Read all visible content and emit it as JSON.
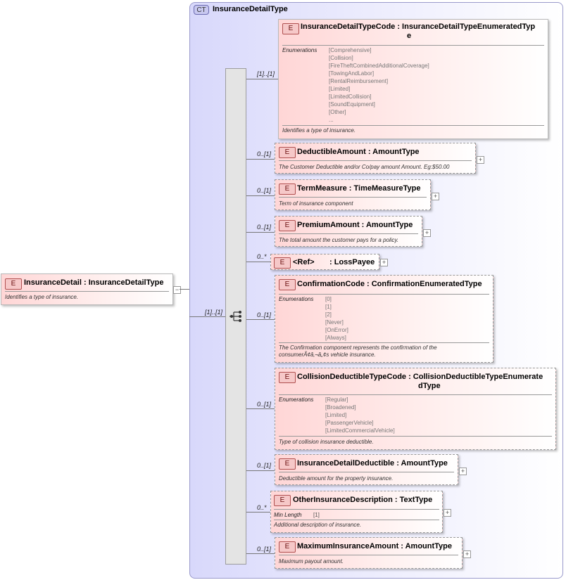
{
  "complex_type": {
    "badge": "CT",
    "title": "InsuranceDetailType"
  },
  "root": {
    "badge": "E",
    "title": "InsuranceDetail : InsuranceDetailType",
    "description": "Identifies a type of insurance.",
    "cardinality": "[1]..[1]",
    "expander": "−"
  },
  "elements": [
    {
      "cardinality": "[1]..[1]",
      "badge": "E",
      "title_line1": "InsuranceDetailTypeCode : InsuranceDetailTypeEnumeratedTyp",
      "title_line2": "e",
      "section_label": "Enumerations",
      "values": [
        "[Comprehensive]",
        "[Collision]",
        "[FireTheftCombinedAdditionalCoverage]",
        "[TowingAndLabor]",
        "[RentalReimbursement]",
        "[Limited]",
        "[LimitedCollision]",
        "[SoundEquipment]",
        "[Other]",
        "..."
      ],
      "description": "Identifies a type of insurance."
    },
    {
      "cardinality": "0..[1]",
      "badge": "E",
      "title": "DeductibleAmount : AmountType",
      "description": "The Customer Deductible and/or Co/pay amount Amount. Eg:$50.00",
      "expander": "+"
    },
    {
      "cardinality": "0..[1]",
      "badge": "E",
      "title": "TermMeasure : TimeMeasureType",
      "description": "Term of insurance component",
      "expander": "+"
    },
    {
      "cardinality": "0..[1]",
      "badge": "E",
      "title": "PremiumAmount : AmountType",
      "description": "The total amount the customer pays for a policy.",
      "expander": "+"
    },
    {
      "cardinality": "0..*",
      "badge": "E",
      "ref": "<Ref>",
      "title": ": LossPayee",
      "expander": "+"
    },
    {
      "cardinality": "0..[1]",
      "badge": "E",
      "title": "ConfirmationCode : ConfirmationEnumeratedType",
      "section_label": "Enumerations",
      "values": [
        "[0]",
        "[1]",
        "[2]",
        "[Never]",
        "[OnError]",
        "[Always]"
      ],
      "description_line1": "The Confirmation component represents the confirmation of the",
      "description_line2": "consumerÃ¢â‚¬â„¢s vehicle insurance."
    },
    {
      "cardinality": "0..[1]",
      "badge": "E",
      "title_line1": "CollisionDeductibleTypeCode : CollisionDeductibleTypeEnumerate",
      "title_line2": "dType",
      "section_label": "Enumerations",
      "values": [
        "[Regular]",
        "[Broadened]",
        "[Limited]",
        "[PassengerVehicle]",
        "[LimitedCommercialVehicle]"
      ],
      "description": "Type of collision insurance deductible."
    },
    {
      "cardinality": "0..[1]",
      "badge": "E",
      "title": "InsuranceDetailDeductible : AmountType",
      "description": "Deductible amount for the property insurance.",
      "expander": "+"
    },
    {
      "cardinality": "0..*",
      "badge": "E",
      "title": "OtherInsuranceDescription : TextType",
      "section_label": "Min Length",
      "section_value": "[1]",
      "description": "Additional description of insurance.",
      "expander": "+"
    },
    {
      "cardinality": "0..[1]",
      "badge": "E",
      "title": "MaximumInsuranceAmount : AmountType",
      "description": "Maximum payout amount.",
      "expander": "+"
    }
  ]
}
